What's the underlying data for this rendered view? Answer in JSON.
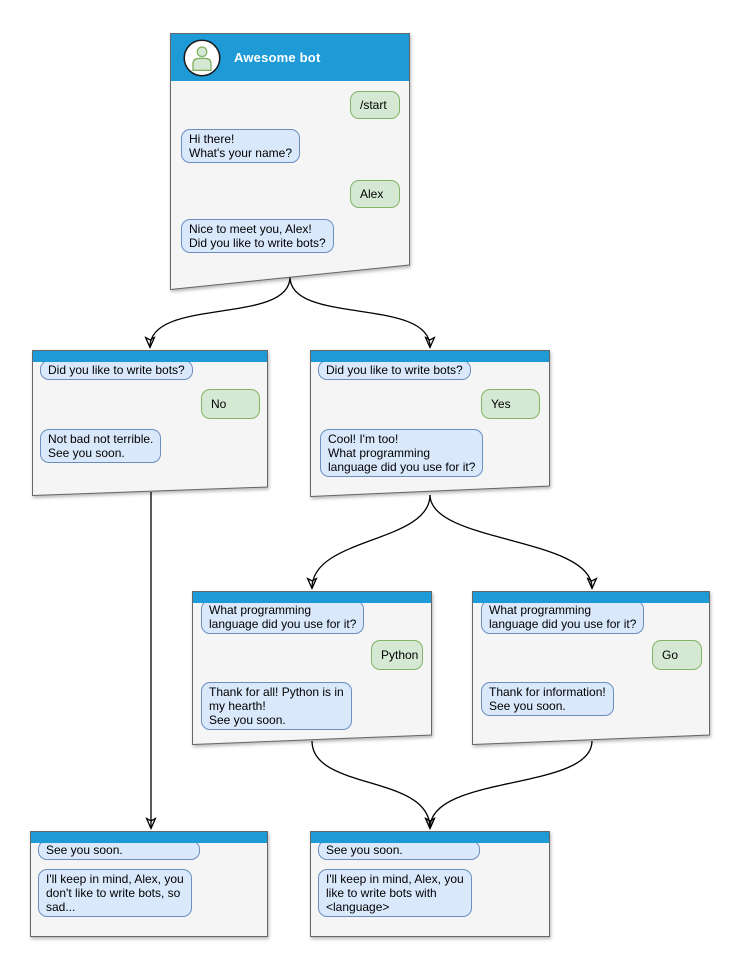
{
  "colors": {
    "header_blue": "#1E9BD7",
    "header_text": "#FFFFFF",
    "window_fill": "#F5F5F5",
    "window_stroke": "#666666",
    "bot_bubble_fill": "#DAE8FC",
    "bot_bubble_stroke": "#6C8EBF",
    "user_bubble_fill": "#D5E8D4",
    "user_bubble_stroke": "#82B366",
    "connector": "#000000"
  },
  "windows": {
    "main": {
      "title": "Awesome bot",
      "messages": [
        {
          "from": "user",
          "text": "/start"
        },
        {
          "from": "bot",
          "text": "Hi there!\nWhat's your name?"
        },
        {
          "from": "user",
          "text": "Alex"
        },
        {
          "from": "bot",
          "text": "Nice to meet you, Alex!\nDid you like to write bots?"
        }
      ]
    },
    "branch_no": {
      "messages": [
        {
          "from": "bot",
          "text": "Did you like to write bots?"
        },
        {
          "from": "user",
          "text": "No"
        },
        {
          "from": "bot",
          "text": "Not bad not terrible.\nSee you soon."
        }
      ]
    },
    "branch_yes": {
      "messages": [
        {
          "from": "bot",
          "text": "Did you like to write bots?"
        },
        {
          "from": "user",
          "text": "Yes"
        },
        {
          "from": "bot",
          "text": "Cool! I'm too!\nWhat programming\nlanguage did you use for it?"
        }
      ]
    },
    "python": {
      "messages": [
        {
          "from": "bot",
          "text": "What programming\nlanguage did you use for it?"
        },
        {
          "from": "user",
          "text": "Python"
        },
        {
          "from": "bot",
          "text": "Thank for all! Python is in\nmy hearth!\nSee you soon."
        }
      ]
    },
    "go": {
      "messages": [
        {
          "from": "bot",
          "text": "What programming\nlanguage did you use for it?"
        },
        {
          "from": "user",
          "text": "Go"
        },
        {
          "from": "bot",
          "text": "Thank for information!\nSee you soon."
        }
      ]
    },
    "end_no": {
      "messages": [
        {
          "from": "bot",
          "text": "See you soon."
        },
        {
          "from": "bot",
          "text": "I'll keep in mind, Alex, you\ndon't like to write bots, so\nsad..."
        }
      ]
    },
    "end_yes": {
      "messages": [
        {
          "from": "bot",
          "text": "See you soon."
        },
        {
          "from": "bot",
          "text": "I'll keep in mind, Alex, you\nlike to write bots with\n<language>"
        }
      ]
    }
  },
  "edges": [
    {
      "from": "main",
      "to": "branch_no"
    },
    {
      "from": "main",
      "to": "branch_yes"
    },
    {
      "from": "branch_no",
      "to": "end_no"
    },
    {
      "from": "branch_yes",
      "to": "python"
    },
    {
      "from": "branch_yes",
      "to": "go"
    },
    {
      "from": "python",
      "to": "end_yes"
    },
    {
      "from": "go",
      "to": "end_yes"
    }
  ]
}
